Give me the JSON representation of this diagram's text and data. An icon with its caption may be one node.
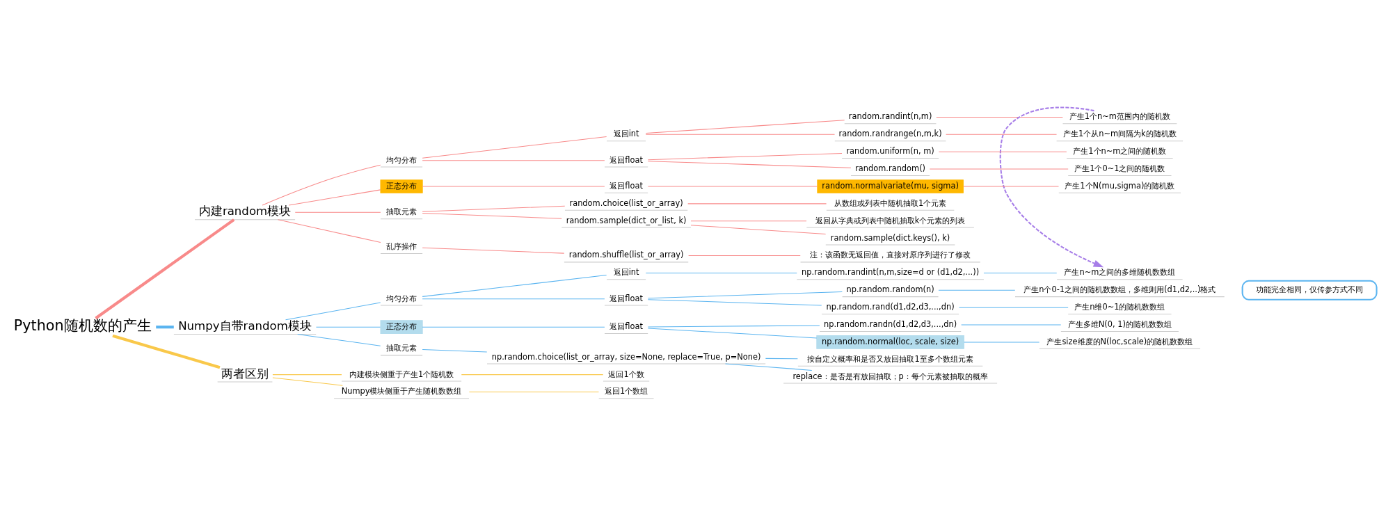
{
  "diagram": {
    "nodes": [
      {
        "text": [
          "Python随机数的产生"
        ]
      },
      {
        "text": [
          "内建random模块"
        ]
      },
      {
        "text": [
          "均匀分布"
        ]
      },
      {
        "text": [
          "返回int"
        ]
      },
      {
        "text": [
          "random.randint(n,m)"
        ]
      },
      {
        "text": [
          "产生1个n~m范围内的随机数"
        ]
      },
      {
        "text": [
          "random.randrange(n,m,k)"
        ]
      },
      {
        "text": [
          "产生1个从n~m间隔为k的随机数"
        ]
      },
      {
        "text": [
          "返回float"
        ]
      },
      {
        "text": [
          "random.uniform(n, m)"
        ]
      },
      {
        "text": [
          "产生1个n~m之间的随机数"
        ]
      },
      {
        "text": [
          "random.random()"
        ]
      },
      {
        "text": [
          "产生1个0~1之间的随机数"
        ]
      },
      {
        "text": [
          "正态分布"
        ]
      },
      {
        "text": [
          "返回float"
        ]
      },
      {
        "text": [
          "random.normalvariate(mu, sigma)"
        ]
      },
      {
        "text": [
          "产生1个N(mu,sigma)的随机数"
        ]
      },
      {
        "text": [
          "抽取元素"
        ]
      },
      {
        "text": [
          "random.choice(list_or_array)"
        ]
      },
      {
        "text": [
          "从数组或列表中随机抽取1个元素"
        ]
      },
      {
        "text": [
          "random.sample(dict_or_list, k)"
        ]
      },
      {
        "text": [
          "返回从字典或列表中随机抽取k个元素的列表"
        ]
      },
      {
        "text": [
          "random.sample(dict.keys(), k)"
        ]
      },
      {
        "text": [
          "乱序操作"
        ]
      },
      {
        "text": [
          "random.shuffle(list_or_array)"
        ]
      },
      {
        "text": [
          "注：该函数无返回值，直接对原序列进行了修改"
        ]
      },
      {
        "text": [
          "Numpy自带random模块"
        ]
      },
      {
        "text": [
          "均匀分布"
        ]
      },
      {
        "text": [
          "返回int"
        ]
      },
      {
        "text": [
          "np.random.randint(n,m,size=d or (d1,d2,...))"
        ]
      },
      {
        "text": [
          "产生n~m之间的多维随机数数组"
        ]
      },
      {
        "text": [
          "返回float"
        ]
      },
      {
        "text": [
          "np.random.random(n)"
        ]
      },
      {
        "text": [
          "产生n个0-1之间的随机数数组，多维则用(d1,d2,..)格式"
        ]
      },
      {
        "text": [
          "np.random.rand(d1,d2,d3,...,dn)"
        ]
      },
      {
        "text": [
          "产生n维0~1的随机数数组"
        ]
      },
      {
        "text": [
          "正态分布"
        ]
      },
      {
        "text": [
          "返回float"
        ]
      },
      {
        "text": [
          "np.random.randn(d1,d2,d3,...,dn)"
        ]
      },
      {
        "text": [
          "产生多维N(0, 1)的随机数数组"
        ]
      },
      {
        "text": [
          "np.random.normal(loc, scale, size)"
        ]
      },
      {
        "text": [
          "产生size维度的N(loc,scale)的随机数数组"
        ]
      },
      {
        "text": [
          "抽取元素"
        ]
      },
      {
        "text": [
          "np.random.choice(list_or_array, size=None, replace=True, p=None)"
        ]
      },
      {
        "text": [
          "按自定义概率和是否又放回抽取1至多个数组元素"
        ]
      },
      {
        "text": [
          "replace：是否是有放回抽取；p：每个元素被抽取的概率"
        ]
      },
      {
        "text": [
          "两者区别"
        ]
      },
      {
        "text": [
          "内建模块侧重于产生1个随机数"
        ]
      },
      {
        "text": [
          "返回1个数"
        ]
      },
      {
        "text": [
          "Numpy模块侧重于产生随机数数组"
        ]
      },
      {
        "text": [
          "返回1个数组"
        ]
      },
      {
        "text": [
          "功能完全相同，仅传参方式不同"
        ]
      }
    ],
    "edges": [
      {
        "from": 0,
        "to": 1,
        "arrow": "none",
        "style": "thick"
      },
      {
        "from": 1,
        "to": 2,
        "arrow": "none"
      },
      {
        "from": 2,
        "to": 3,
        "arrow": "none"
      },
      {
        "from": 3,
        "to": 4,
        "arrow": "none"
      },
      {
        "from": 4,
        "to": 5,
        "arrow": "none"
      },
      {
        "from": 3,
        "to": 6,
        "arrow": "none"
      },
      {
        "from": 6,
        "to": 7,
        "arrow": "none"
      },
      {
        "from": 2,
        "to": 8,
        "arrow": "none"
      },
      {
        "from": 8,
        "to": 9,
        "arrow": "none"
      },
      {
        "from": 9,
        "to": 10,
        "arrow": "none"
      },
      {
        "from": 8,
        "to": 11,
        "arrow": "none"
      },
      {
        "from": 11,
        "to": 12,
        "arrow": "none"
      },
      {
        "from": 1,
        "to": 13,
        "arrow": "none"
      },
      {
        "from": 13,
        "to": 14,
        "arrow": "none"
      },
      {
        "from": 14,
        "to": 15,
        "arrow": "none"
      },
      {
        "from": 15,
        "to": 16,
        "arrow": "none"
      },
      {
        "from": 1,
        "to": 17,
        "arrow": "none"
      },
      {
        "from": 17,
        "to": 18,
        "arrow": "none"
      },
      {
        "from": 18,
        "to": 19,
        "arrow": "none"
      },
      {
        "from": 17,
        "to": 20,
        "arrow": "none"
      },
      {
        "from": 20,
        "to": 21,
        "arrow": "none"
      },
      {
        "from": 20,
        "to": 22,
        "arrow": "none"
      },
      {
        "from": 1,
        "to": 23,
        "arrow": "none"
      },
      {
        "from": 23,
        "to": 24,
        "arrow": "none"
      },
      {
        "from": 24,
        "to": 25,
        "arrow": "none"
      },
      {
        "from": 0,
        "to": 26,
        "arrow": "none",
        "style": "thick",
        "color": "#5ab4f0"
      },
      {
        "from": 26,
        "to": 27,
        "arrow": "none",
        "color": "#5ab4f0"
      },
      {
        "from": 27,
        "to": 28,
        "arrow": "none",
        "color": "#5ab4f0"
      },
      {
        "from": 28,
        "to": 29,
        "arrow": "none",
        "color": "#5ab4f0"
      },
      {
        "from": 29,
        "to": 30,
        "arrow": "none",
        "color": "#5ab4f0"
      },
      {
        "from": 27,
        "to": 31,
        "arrow": "none",
        "color": "#5ab4f0"
      },
      {
        "from": 31,
        "to": 32,
        "arrow": "none",
        "color": "#5ab4f0"
      },
      {
        "from": 32,
        "to": 33,
        "arrow": "none",
        "color": "#5ab4f0"
      },
      {
        "from": 31,
        "to": 34,
        "arrow": "none",
        "color": "#5ab4f0"
      },
      {
        "from": 34,
        "to": 35,
        "arrow": "none",
        "color": "#5ab4f0"
      },
      {
        "from": 26,
        "to": 36,
        "arrow": "none",
        "color": "#5ab4f0"
      },
      {
        "from": 36,
        "to": 37,
        "arrow": "none",
        "color": "#5ab4f0"
      },
      {
        "from": 37,
        "to": 38,
        "arrow": "none",
        "color": "#5ab4f0"
      },
      {
        "from": 38,
        "to": 39,
        "arrow": "none",
        "color": "#5ab4f0"
      },
      {
        "from": 37,
        "to": 40,
        "arrow": "none",
        "color": "#5ab4f0"
      },
      {
        "from": 40,
        "to": 41,
        "arrow": "none",
        "color": "#5ab4f0"
      },
      {
        "from": 26,
        "to": 42,
        "arrow": "none",
        "color": "#5ab4f0"
      },
      {
        "from": 42,
        "to": 43,
        "arrow": "none",
        "color": "#5ab4f0"
      },
      {
        "from": 43,
        "to": 44,
        "arrow": "none",
        "color": "#5ab4f0"
      },
      {
        "from": 43,
        "to": 45,
        "arrow": "none",
        "color": "#5ab4f0"
      },
      {
        "from": 0,
        "to": 46,
        "arrow": "none",
        "style": "thick",
        "color": "#f9c84a"
      },
      {
        "from": 46,
        "to": 47,
        "arrow": "none",
        "color": "#f9c84a"
      },
      {
        "from": 47,
        "to": 48,
        "arrow": "none",
        "color": "#f9c84a"
      },
      {
        "from": 46,
        "to": 49,
        "arrow": "none",
        "color": "#f9c84a"
      },
      {
        "from": 49,
        "to": 50,
        "arrow": "none",
        "color": "#f9c84a"
      },
      {
        "from": 5,
        "to": 30,
        "arrow": "to",
        "style": "dashed",
        "color": "#a77ee8"
      }
    ]
  }
}
